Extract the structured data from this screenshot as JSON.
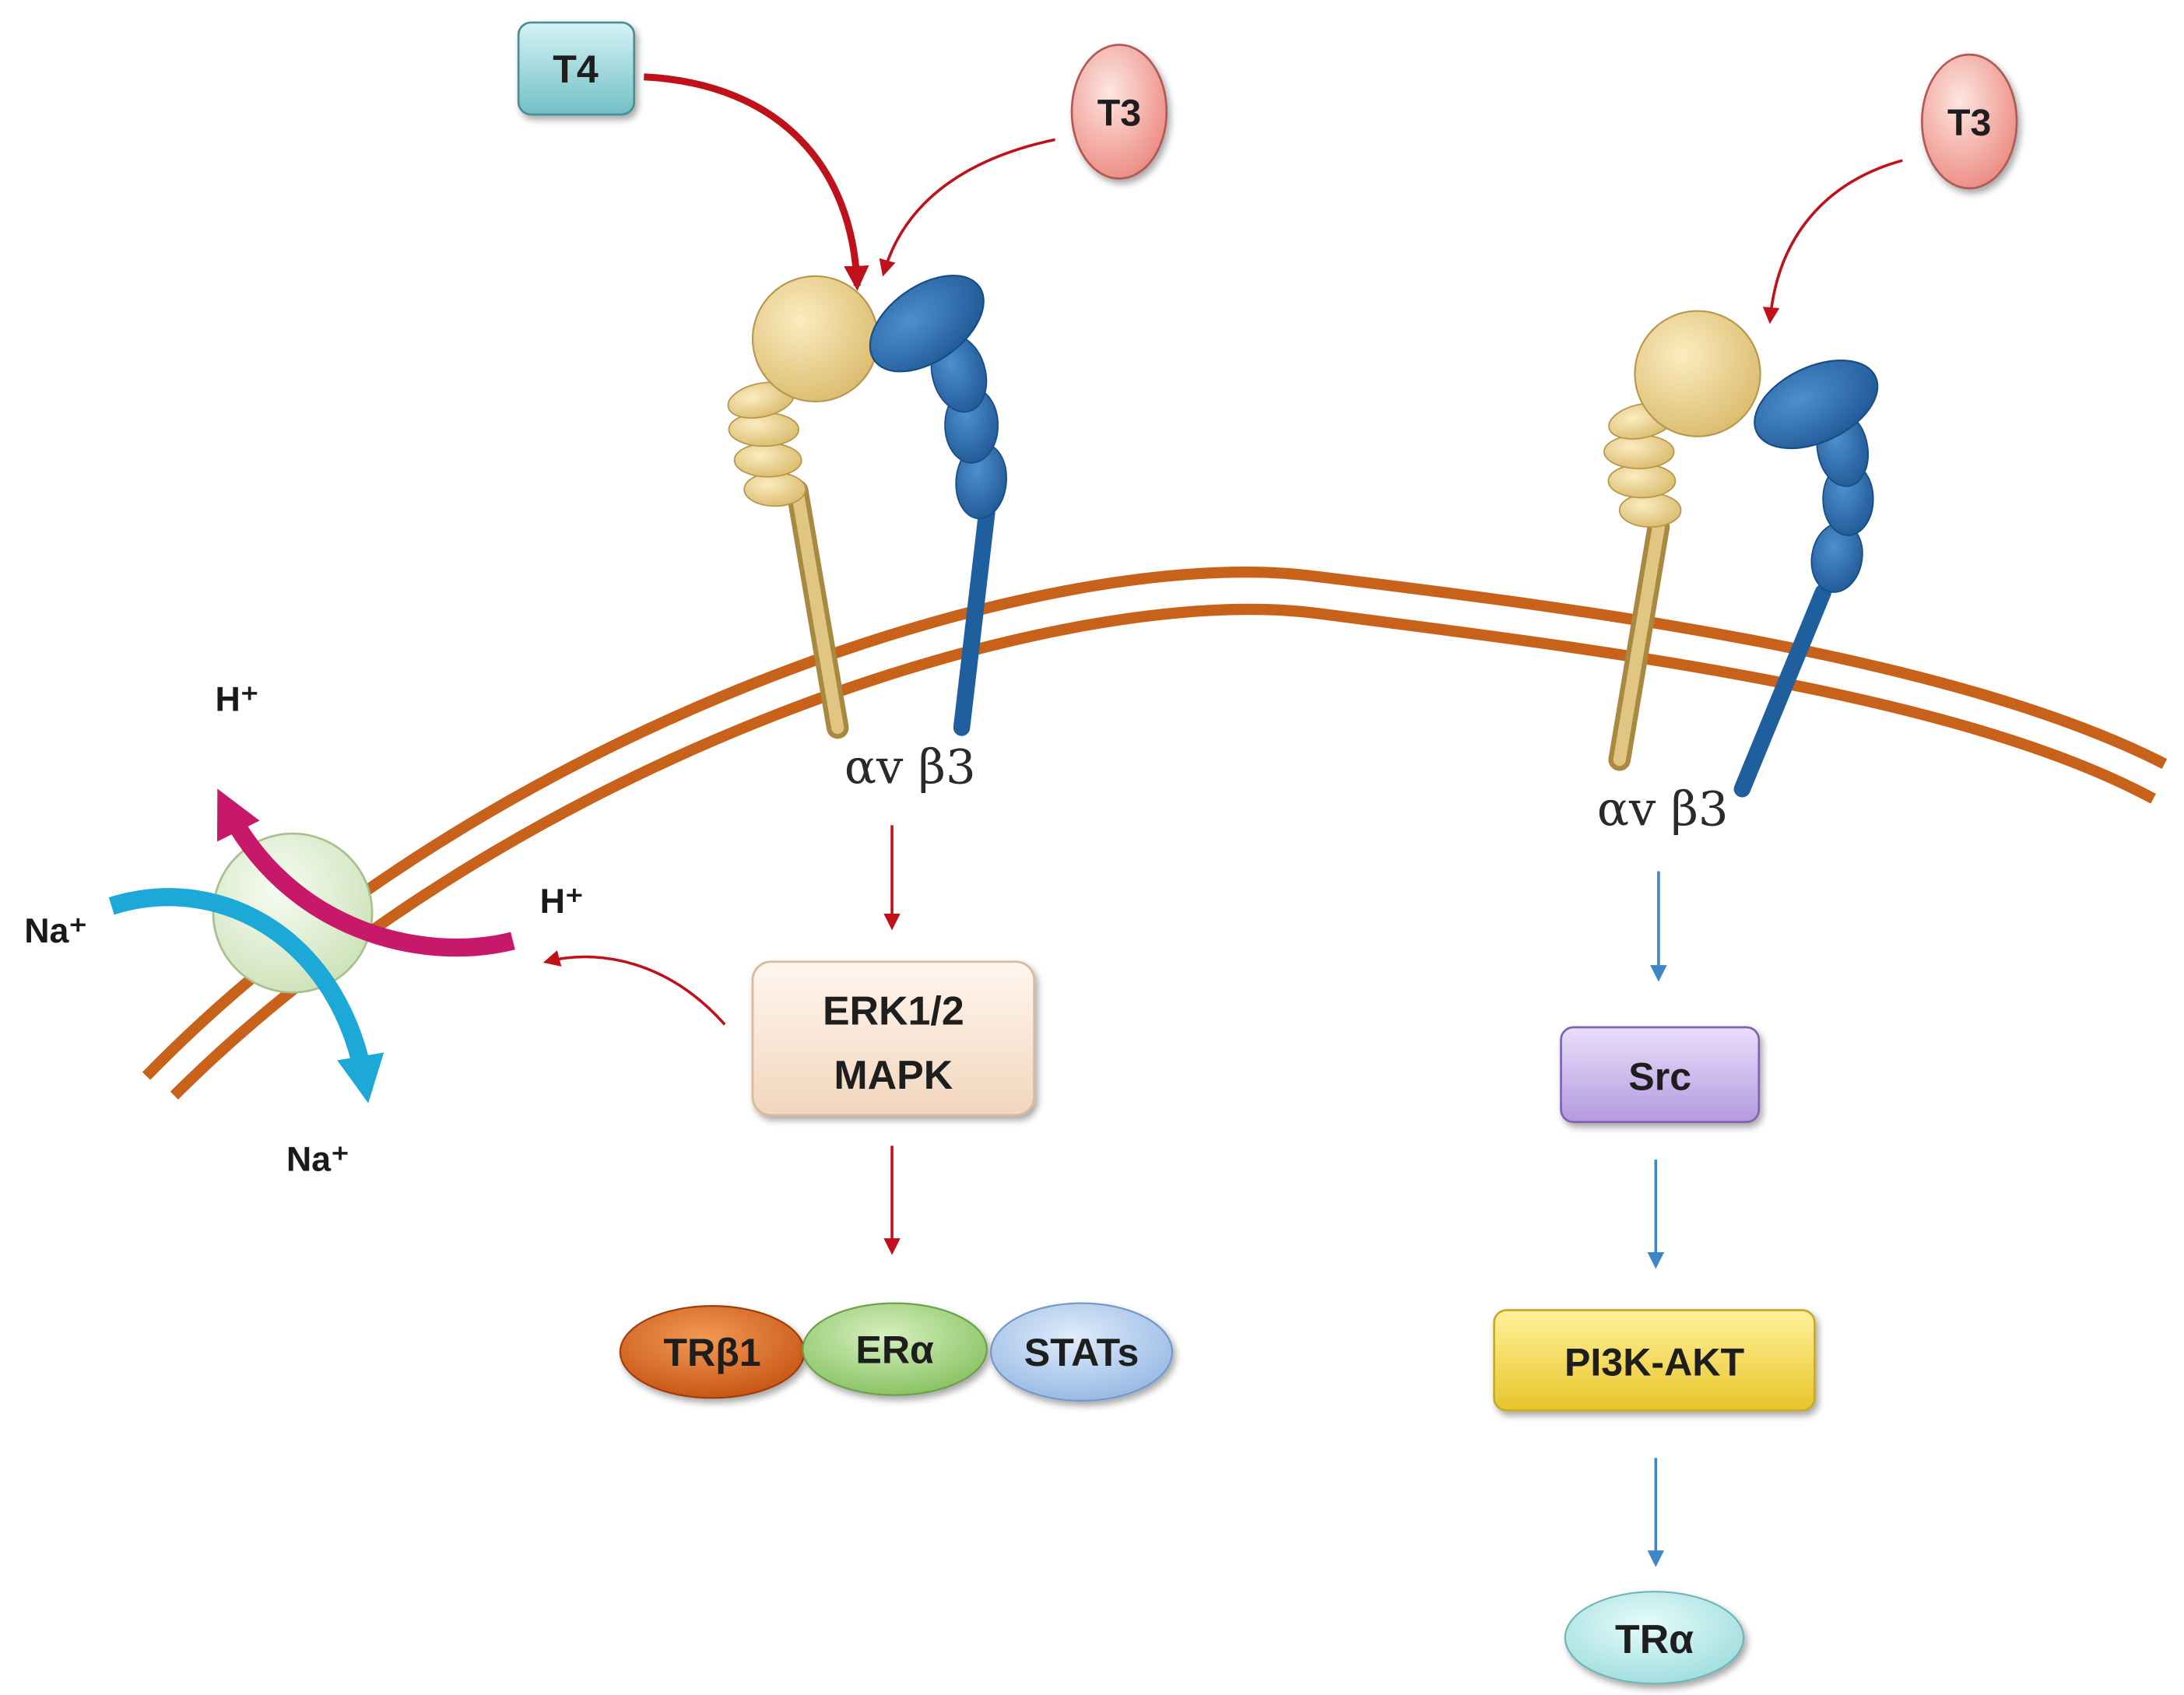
{
  "ligands": {
    "t4": "T4",
    "t3_left": "T3",
    "t3_right": "T3"
  },
  "receptors": {
    "left_label": "αv β3",
    "right_label": "αv β3"
  },
  "left_pathway": {
    "kinase_line1": "ERK1/2",
    "kinase_line2": "MAPK",
    "targets": [
      "TRβ1",
      "ERα",
      "STATs"
    ]
  },
  "right_pathway": {
    "src": "Src",
    "pi3k": "PI3K-AKT",
    "target": "TRα"
  },
  "exchanger": {
    "h_out": "H⁺",
    "h_in": "H⁺",
    "na_out": "Na⁺",
    "na_in": "Na⁺"
  },
  "colors": {
    "membrane": "#c8611a",
    "alpha_subunit": "#f0d58a",
    "beta3_subunit": "#2f6fae",
    "arrow_left_pathway": "#c0111a",
    "arrow_right_pathway": "#3f86c6",
    "h_flux": "#c8186a",
    "na_flux": "#1ca9d8"
  }
}
